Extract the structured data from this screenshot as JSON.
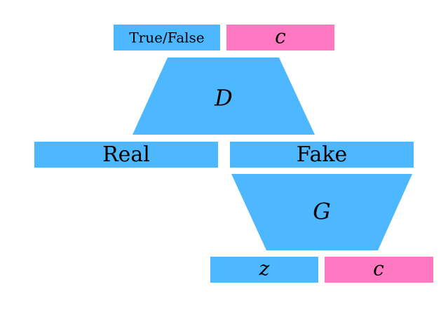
{
  "colors": {
    "blue": "#4db8ff",
    "pink": "#ff78c1",
    "text": "#000000"
  },
  "labels": {
    "true_false": "True/False",
    "c_top": "c",
    "D": "D",
    "real": "Real",
    "fake": "Fake",
    "G": "G",
    "z": "z",
    "c_bottom": "c"
  }
}
